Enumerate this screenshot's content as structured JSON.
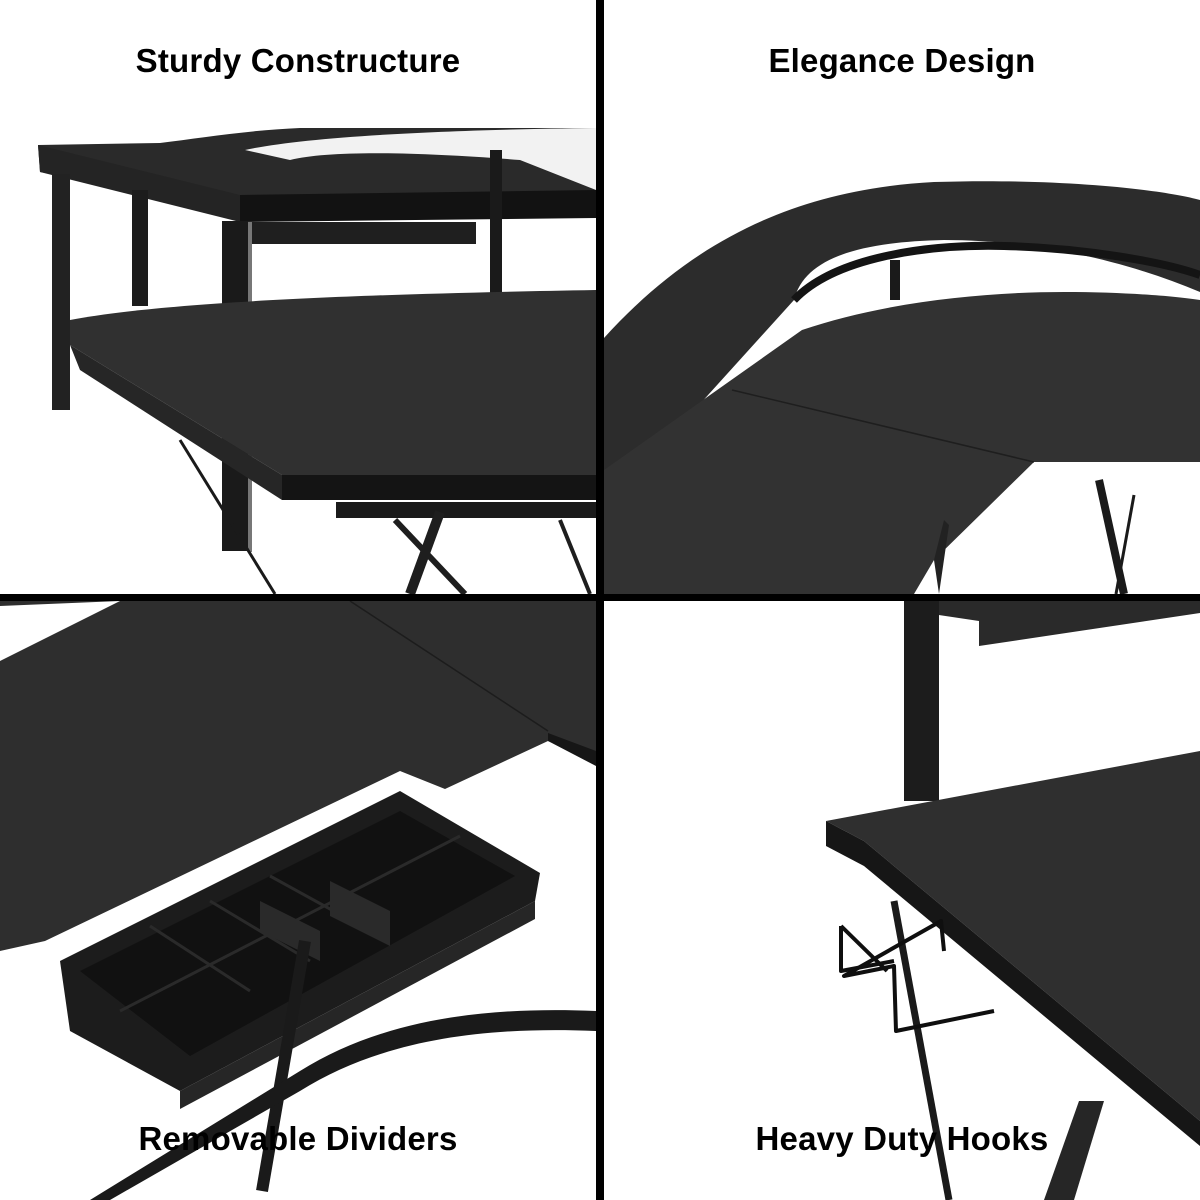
{
  "panels": [
    {
      "id": "top-left",
      "caption": "Sturdy Constructure",
      "subject": "desk with monitor shelf and lower shelf, metal frame"
    },
    {
      "id": "top-right",
      "caption": "Elegance Design",
      "subject": "curved L-shaped desktop with monitor riser"
    },
    {
      "id": "bottom-left",
      "caption": "Removable Dividers",
      "subject": "pull-out drawer organizer with removable dividers"
    },
    {
      "id": "bottom-right",
      "caption": "Heavy Duty Hooks",
      "subject": "headphone hook under desk edge"
    }
  ],
  "colors": {
    "background": "#ffffff",
    "divider": "#000000",
    "desk_surface": "#2b2b2b",
    "desk_edge": "#141414",
    "frame": "#1a1a1a",
    "caption": "#000000"
  }
}
